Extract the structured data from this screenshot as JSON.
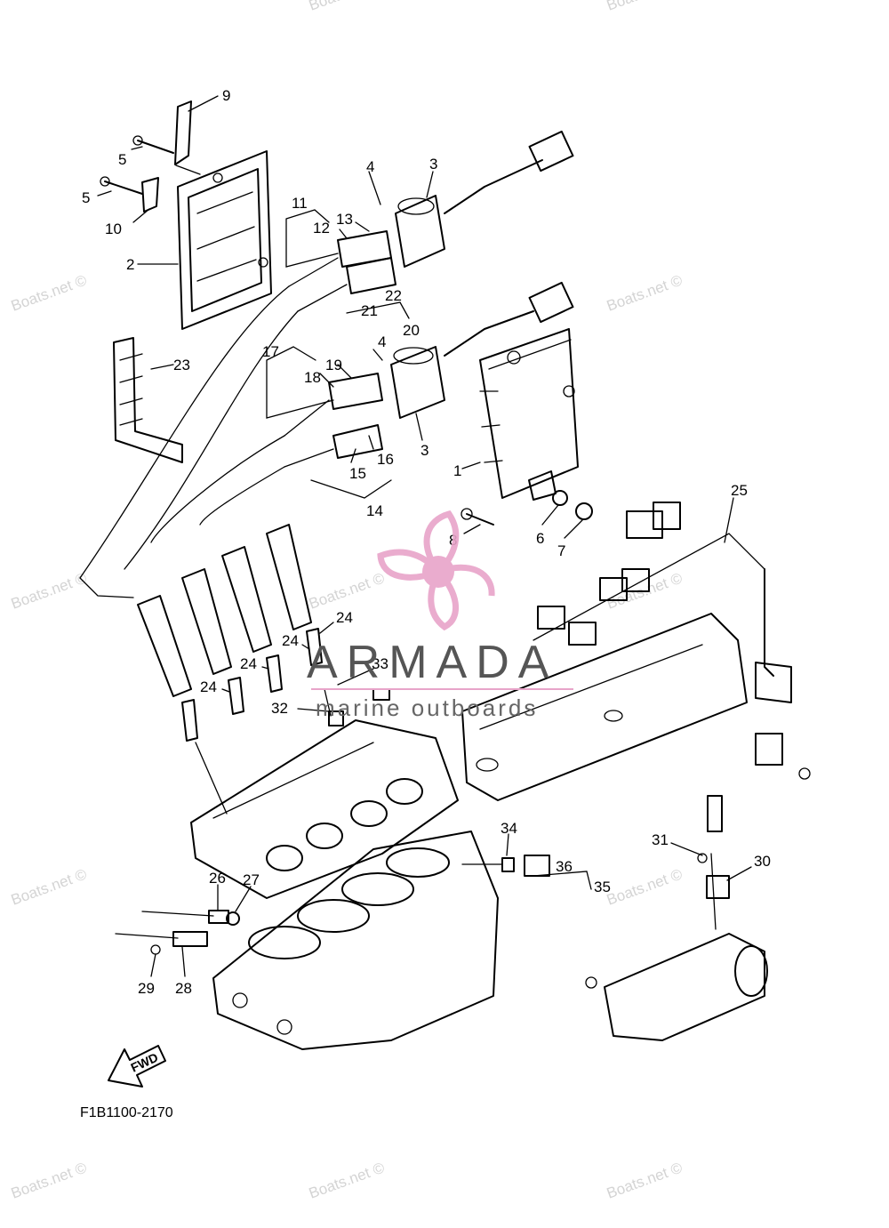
{
  "watermark_text": "Boats.net ©",
  "brand": {
    "name": "ARMADA",
    "tagline": "marine outboards",
    "logo_color": "#e8a4c9"
  },
  "diagram_code": "F1B1100-2170",
  "fwd_label": "FWD",
  "callouts": [
    "1",
    "2",
    "3",
    "3",
    "4",
    "4",
    "5",
    "5",
    "6",
    "7",
    "8",
    "9",
    "10",
    "11",
    "12",
    "13",
    "14",
    "15",
    "16",
    "17",
    "18",
    "19",
    "20",
    "21",
    "22",
    "23",
    "24",
    "24",
    "24",
    "24",
    "25",
    "26",
    "27",
    "28",
    "29",
    "30",
    "31",
    "32",
    "33",
    "34",
    "35",
    "36"
  ]
}
